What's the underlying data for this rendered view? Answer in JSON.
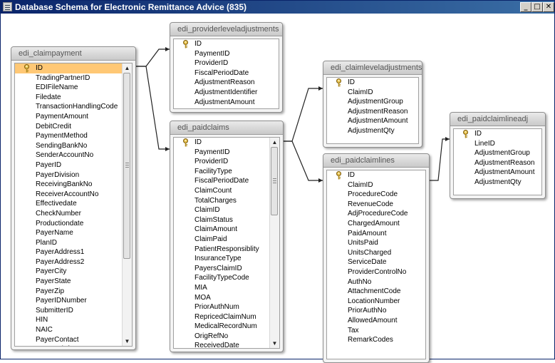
{
  "window": {
    "title": "Database Schema for Electronic Remittance Advice (835)",
    "buttons": {
      "minimize": "_",
      "restore": "□",
      "close": "✕"
    }
  },
  "tables": {
    "claimpayment": {
      "name": "edi_claimpayment",
      "fields": [
        "ID",
        "TradingPartnerID",
        "EDIFileName",
        "Filedate",
        "TransactionHandlingCode",
        "PaymentAmount",
        "DebitCredit",
        "PaymentMethod",
        "SendingBankNo",
        "SenderAccountNo",
        "PayerID",
        "PayerDivision",
        "ReceivingBankNo",
        "ReceiverAccountNo",
        "Effectivedate",
        "CheckNumber",
        "Productiondate",
        "PayerName",
        "PlanID",
        "PayerAddress1",
        "PayerAddress2",
        "PayerCity",
        "PayerState",
        "PayerZip",
        "PayerIDNumber",
        "SubmitterID",
        "HIN",
        "NAIC",
        "PayerContact",
        "PayerTelefon"
      ]
    },
    "providerleveladjustments": {
      "name": "edi_providerleveladjustments",
      "fields": [
        "ID",
        "PaymentID",
        "ProviderID",
        "FiscalPeriodDate",
        "AdjustmentReason",
        "AdjustmentIdentifier",
        "AdjustmentAmount"
      ]
    },
    "paidclaims": {
      "name": "edi_paidclaims",
      "fields": [
        "ID",
        "PaymentID",
        "ProviderID",
        "FacilityType",
        "FiscalPeriodDate",
        "ClaimCount",
        "TotalCharges",
        "ClaimID",
        "ClaimStatus",
        "ClaimAmount",
        "ClaimPaid",
        "PatientResponsiblity",
        "InsuranceType",
        "PayersClaimID",
        "FacilityTypeCode",
        "MIA",
        "MOA",
        "PriorAuthNum",
        "RepricedClaimNum",
        "MedicalRecordNum",
        "OrigRefNo",
        "ReceivedDate"
      ]
    },
    "claimleveladjustments": {
      "name": "edi_claimleveladjustments",
      "fields": [
        "ID",
        "ClaimID",
        "AdjustmentGroup",
        "AdjustmentReason",
        "AdjustmentAmount",
        "AdjustmentQty"
      ]
    },
    "paidclaimlines": {
      "name": "edi_paidclaimlines",
      "fields": [
        "ID",
        "ClaimID",
        "ProcedureCode",
        "RevenueCode",
        "AdjProcedureCode",
        "ChargedAmount",
        "PaidAmount",
        "UnitsPaid",
        "UnitsCharged",
        "ServiceDate",
        "ProviderControlNo",
        "AuthNo",
        "AttachmentCode",
        "LocationNumber",
        "PriorAuthNo",
        "AllowedAmount",
        "Tax",
        "RemarkCodes"
      ]
    },
    "paidclaimlineadj": {
      "name": "edi_paidclaimlineadj",
      "fields": [
        "ID",
        "LineID",
        "AdjustmentGroup",
        "AdjustmentReason",
        "AdjustmentAmount",
        "AdjustmentQty"
      ]
    }
  },
  "icons": {
    "primary_key": "key-icon",
    "scroll_up": "arrow-up-icon",
    "scroll_down": "arrow-down-icon",
    "window": "window-icon"
  },
  "colors": {
    "selected_row": "#ffc875",
    "title_bar": "#0a246a",
    "header": "#d4d4d4"
  }
}
